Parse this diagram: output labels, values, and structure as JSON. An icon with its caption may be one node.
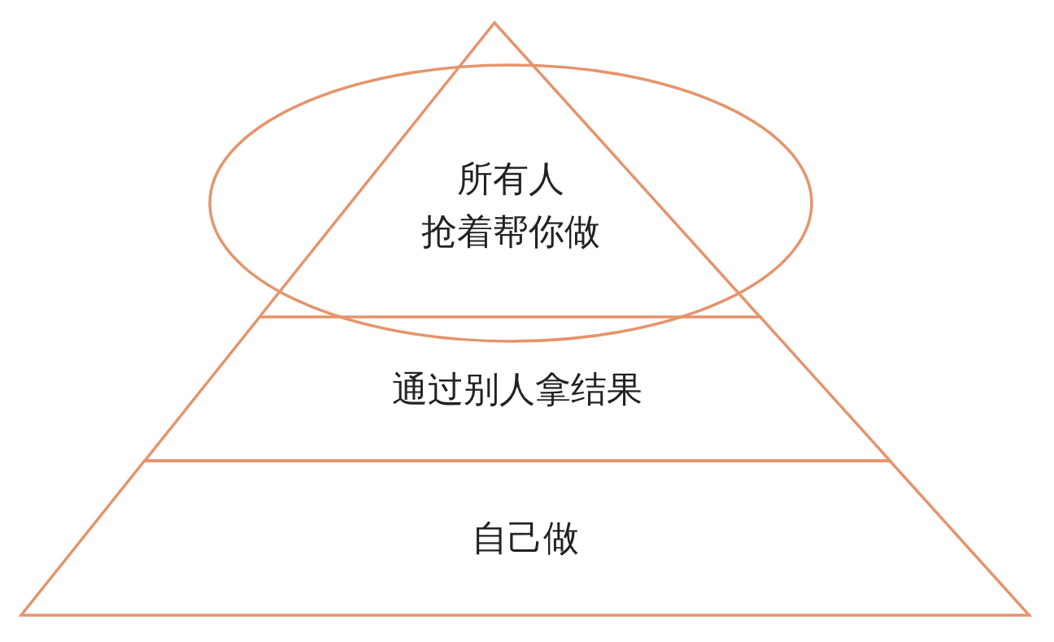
{
  "diagram": {
    "nodes": [
      {
        "text": [
          "所有人",
          "抢着帮你做"
        ]
      },
      {
        "text": [
          "通过别人拿结果"
        ]
      },
      {
        "text": [
          "自己做"
        ]
      }
    ]
  }
}
